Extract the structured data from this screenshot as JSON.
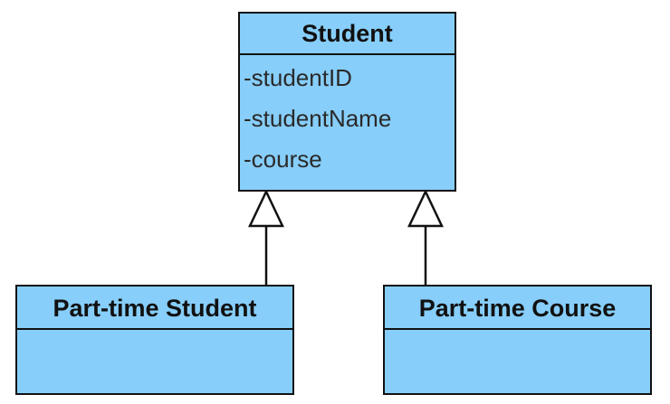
{
  "classes": {
    "student": {
      "name": "Student",
      "attributes": [
        "-studentID",
        "-studentName",
        "-course"
      ]
    },
    "part_time_student": {
      "name": "Part-time Student",
      "attributes": []
    },
    "part_time_course": {
      "name": "Part-time Course",
      "attributes": []
    }
  },
  "relationships": [
    {
      "type": "generalization",
      "from": "Part-time Student",
      "to": "Student"
    },
    {
      "type": "generalization",
      "from": "Part-time Course",
      "to": "Student"
    }
  ],
  "colors": {
    "class_fill": "#87CEFA",
    "border": "#111111"
  }
}
